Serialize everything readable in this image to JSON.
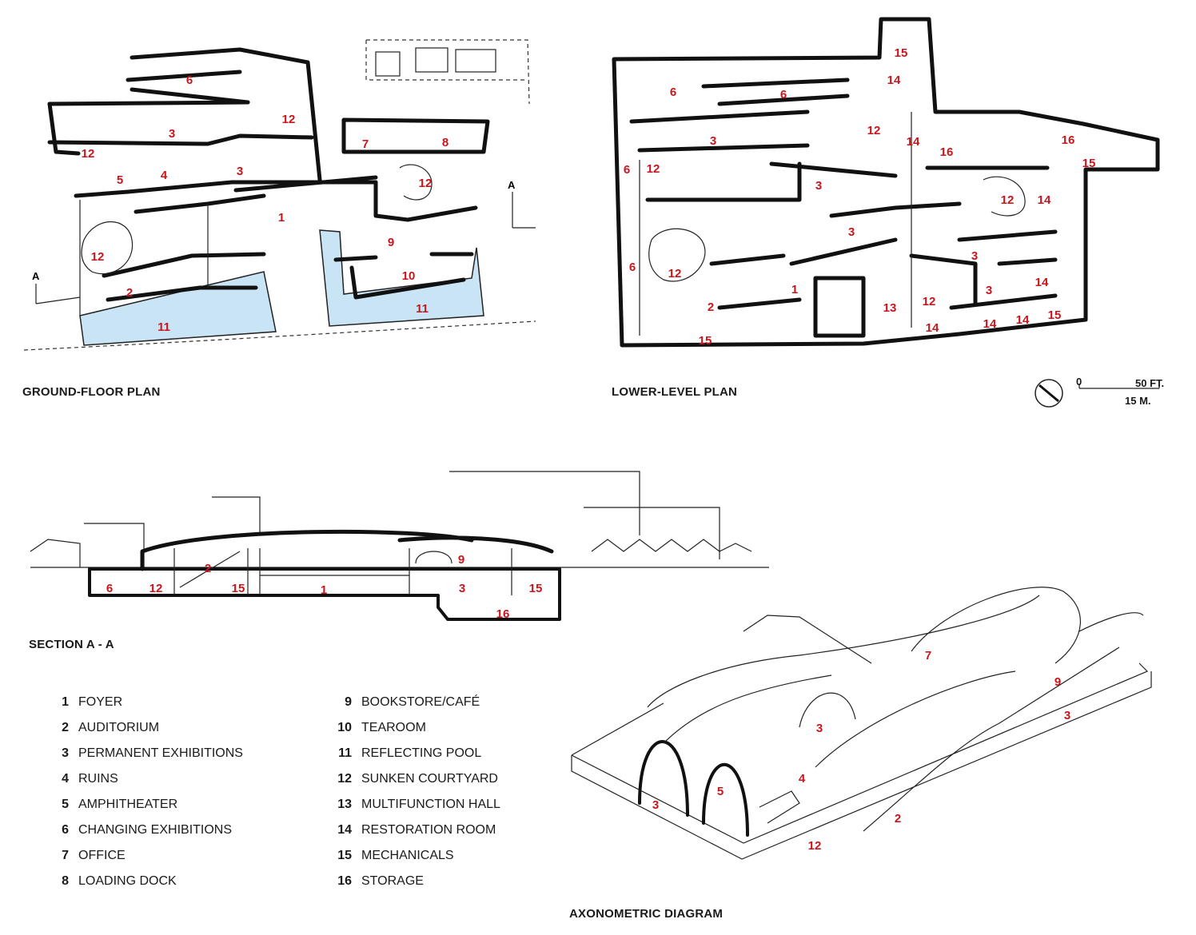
{
  "captions": {
    "ground_floor": "GROUND-FLOOR PLAN",
    "lower_level": "LOWER-LEVEL PLAN",
    "section": "SECTION A - A",
    "axonometric": "AXONOMETRIC DIAGRAM"
  },
  "section_marker": "A",
  "scale": {
    "zero": "0",
    "ft": "50 FT.",
    "m": "15 M."
  },
  "legend_left": [
    {
      "num": "1",
      "label": "FOYER"
    },
    {
      "num": "2",
      "label": "AUDITORIUM"
    },
    {
      "num": "3",
      "label": "PERMANENT EXHIBITIONS"
    },
    {
      "num": "4",
      "label": "RUINS"
    },
    {
      "num": "5",
      "label": "AMPHITHEATER"
    },
    {
      "num": "6",
      "label": "CHANGING EXHIBITIONS"
    },
    {
      "num": "7",
      "label": "OFFICE"
    },
    {
      "num": "8",
      "label": "LOADING DOCK"
    }
  ],
  "legend_right": [
    {
      "num": "9",
      "label": "BOOKSTORE/CAFÉ"
    },
    {
      "num": "10",
      "label": "TEAROOM"
    },
    {
      "num": "11",
      "label": "REFLECTING POOL"
    },
    {
      "num": "12",
      "label": "SUNKEN COURTYARD"
    },
    {
      "num": "13",
      "label": "MULTIFUNCTION HALL"
    },
    {
      "num": "14",
      "label": "RESTORATION ROOM"
    },
    {
      "num": "15",
      "label": "MECHANICALS"
    },
    {
      "num": "16",
      "label": "STORAGE"
    }
  ],
  "room_tags": {
    "ground_floor": [
      "6",
      "3",
      "12",
      "12",
      "5",
      "4",
      "3",
      "7",
      "8",
      "12",
      "1",
      "9",
      "12",
      "10",
      "2",
      "11",
      "11"
    ],
    "lower_level": [
      "15",
      "14",
      "6",
      "6",
      "3",
      "12",
      "14",
      "16",
      "16",
      "15",
      "6",
      "12",
      "3",
      "12",
      "14",
      "3",
      "3",
      "6",
      "12",
      "1",
      "13",
      "12",
      "3",
      "14",
      "2",
      "14",
      "14",
      "14",
      "15",
      "15"
    ],
    "section": [
      "2",
      "9",
      "6",
      "12",
      "15",
      "1",
      "3",
      "15",
      "16"
    ],
    "axonometric": [
      "7",
      "9",
      "3",
      "3",
      "4",
      "3",
      "5",
      "2",
      "12"
    ]
  },
  "colors": {
    "room_number": "#c8161d",
    "pool": "#c9e4f4",
    "line": "#111111"
  }
}
